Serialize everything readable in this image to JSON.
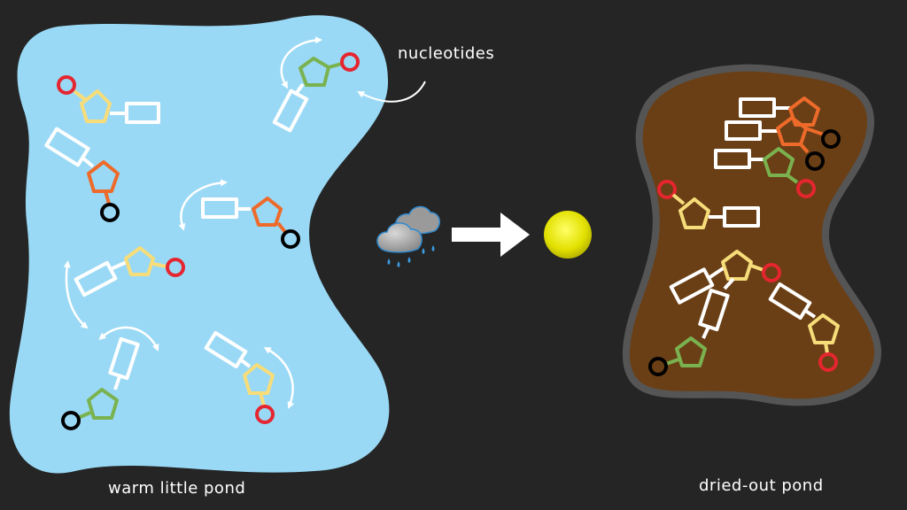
{
  "labels": {
    "nucleotides": "nucleotides",
    "warm_pond": "warm little pond",
    "dried_pond": "dried-out pond"
  },
  "colors": {
    "background": "#252525",
    "water": "#9ad9f5",
    "mud": "#6a3f16",
    "rim": "#555555",
    "sun": "#e8e800",
    "phosphate": "#e5252f",
    "sugar_yellow": "#f7dd7a",
    "sugar_orange": "#ee6a2a",
    "sugar_green": "#7ab24f",
    "base": "#ffffff",
    "cap_black": "#000000"
  },
  "icons": [
    "rain-cloud-icon",
    "right-arrow-icon",
    "sun-icon",
    "curved-double-arrow-icon"
  ]
}
